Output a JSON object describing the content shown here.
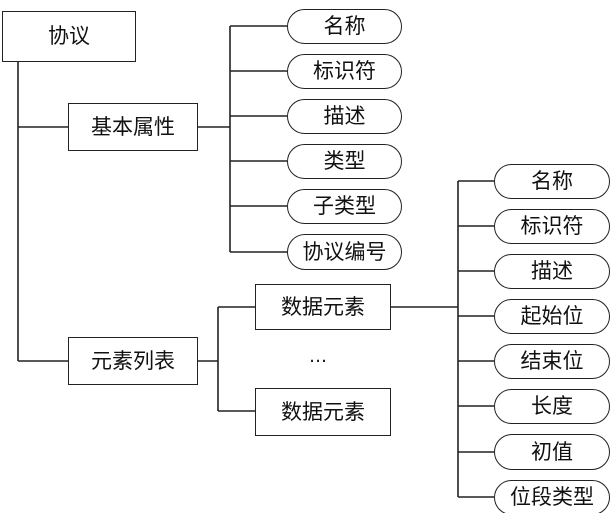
{
  "root": {
    "label": "协议"
  },
  "basic_properties": {
    "label": "基本属性",
    "items": [
      "名称",
      "标识符",
      "描述",
      "类型",
      "子类型",
      "协议编号"
    ]
  },
  "element_list": {
    "label": "元素列表",
    "element_label": "数据元素",
    "ellipsis": "…",
    "element_items": [
      "名称",
      "标识符",
      "描述",
      "起始位",
      "结束位",
      "长度",
      "初值",
      "位段类型"
    ]
  }
}
